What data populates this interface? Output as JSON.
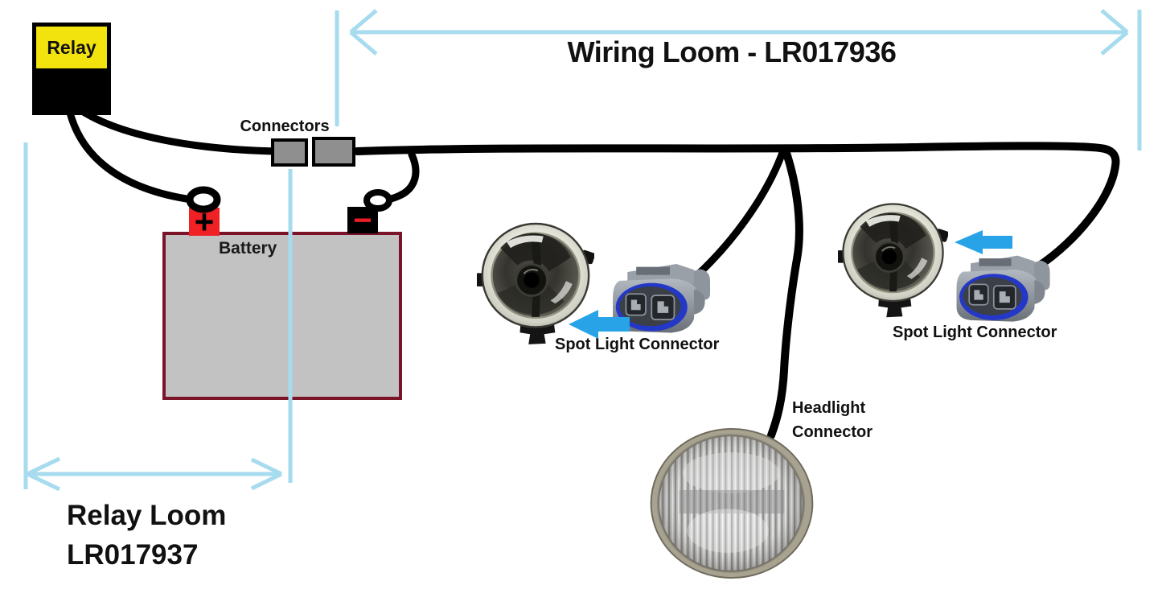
{
  "title": "Wiring Loom - LR017936",
  "relay_loom": {
    "line1": "Relay Loom",
    "line2": "LR017937"
  },
  "labels": {
    "relay": "Relay",
    "connectors": "Connectors",
    "battery": "Battery",
    "positive_symbol": "+",
    "negative_symbol": "−",
    "spot_light_connector_left": "Spot Light Connector",
    "spot_light_connector_right": "Spot Light Connector",
    "headlight_connector": "Headlight Connector"
  },
  "part_numbers": {
    "wiring_loom": "LR017936",
    "relay_loom": "LR017937"
  },
  "colors": {
    "relay_yellow": "#F2E20D",
    "terminal_red": "#EF2125",
    "negative_minus_red": "#ED1C24",
    "battery_fill": "#C2C2C2",
    "battery_border": "#7B1428",
    "connector_gray": "#8F8F8F",
    "wire_black": "#000000",
    "measure_blue": "#A7DBEE",
    "pointer_blue": "#29A3E8",
    "connector_seal_blue": "#2438C8"
  }
}
